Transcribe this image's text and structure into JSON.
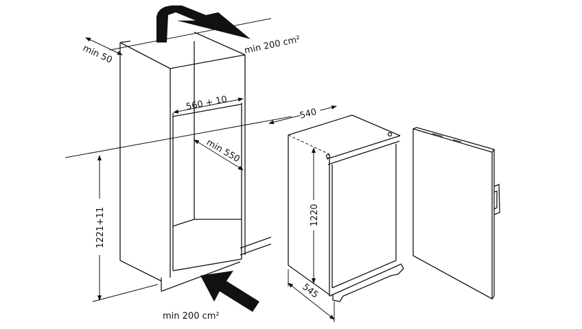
{
  "labels": {
    "top_vent": "min 200 cm²",
    "bottom_vent": "min 200 cm²",
    "rear_gap": "min 50",
    "niche_width": "560 + 10",
    "niche_depth": "min 550",
    "niche_height": "1221+11",
    "appliance_width": "540",
    "appliance_height": "1220",
    "appliance_depth": "545"
  }
}
